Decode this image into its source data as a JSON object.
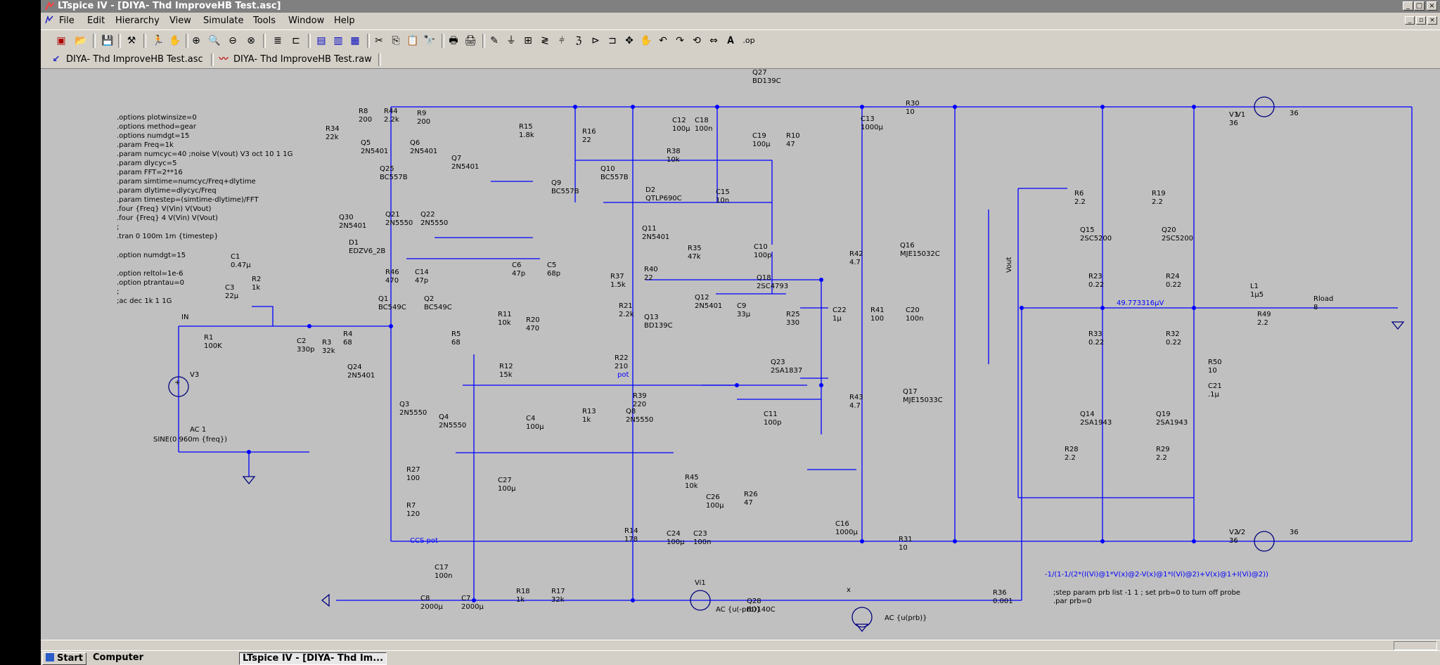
{
  "window": {
    "title": "LTspice IV - [DIYA- Thd ImproveHB Test.asc]"
  },
  "menu": {
    "items": [
      "File",
      "Edit",
      "Hierarchy",
      "View",
      "Simulate",
      "Tools",
      "Window",
      "Help"
    ]
  },
  "tabs": [
    {
      "label": "DIYA- Thd ImproveHB Test.asc",
      "icon": "schematic-icon"
    },
    {
      "label": "DIYA- Thd ImproveHB Test.raw",
      "icon": "waveform-icon"
    }
  ],
  "directives": [
    ".options plotwinsize=0",
    ".options method=gear",
    ".options numdgt=15",
    ".param Freq=1k",
    ".param numcyc=40  ;noise V(vout) V3 oct 10 1 1G",
    ".param dlycyc=5",
    ".param FFT=2**16",
    ".param simtime=numcyc/Freq+dlytime",
    ".param dlytime=dlycyc/Freq",
    ".param timestep=(simtime-dlytime)/FFT",
    ".four {Freq} V(Vin) V(Vout)",
    ".four {Freq} 4 V(Vin) V(Vout)",
    ";",
    ".tran 0 100m 1m {timestep}",
    "",
    ".option numdgt=15",
    "",
    ".option reltol=1e-6",
    ".option ptrantau=0",
    ";",
    ";ac dec 1k 1 1G"
  ],
  "schematic": {
    "labels": {
      "in": "IN",
      "vout": "Vout",
      "ccs_pot": "CCS pot",
      "pot": "pot",
      "voltage_readout": "49.773316µV",
      "source_v3_ac": "AC 1",
      "source_v3_sine": "SINE(0 960m {freq})",
      "vi1_ac": "AC {u(-prb)}",
      "probe_ac": "AC {u(prb)}",
      "probe_expr": "-1/(1-1/(2*(I(Vi)@1*V(x)@2-V(x)@1*I(Vi)@2)+V(x)@1+I(Vi)@2))",
      "step_comment": ";step param prb list -1 1 ; set prb=0 to turn off probe",
      "par_prb": ".par prb=0"
    },
    "components": [
      {
        "ref": "R8",
        "val": "200"
      },
      {
        "ref": "R44",
        "val": "2.2k"
      },
      {
        "ref": "R9",
        "val": "200"
      },
      {
        "ref": "R34",
        "val": "22k"
      },
      {
        "ref": "Q5",
        "val": "2N5401"
      },
      {
        "ref": "Q6",
        "val": "2N5401"
      },
      {
        "ref": "Q25",
        "val": "BC557B"
      },
      {
        "ref": "Q7",
        "val": "2N5401"
      },
      {
        "ref": "R15",
        "val": "1.8k"
      },
      {
        "ref": "Q9",
        "val": "BC557B"
      },
      {
        "ref": "Q10",
        "val": "BC557B"
      },
      {
        "ref": "R16",
        "val": "22"
      },
      {
        "ref": "C12",
        "val": "100µ"
      },
      {
        "ref": "C18",
        "val": "100n"
      },
      {
        "ref": "Q27",
        "val": "BD139C"
      },
      {
        "ref": "R38",
        "val": "10k"
      },
      {
        "ref": "C19",
        "val": "100µ"
      },
      {
        "ref": "R10",
        "val": "47"
      },
      {
        "ref": "C13",
        "val": "1000µ"
      },
      {
        "ref": "R30",
        "val": "10"
      },
      {
        "ref": "V1",
        "val": "36"
      },
      {
        "ref": "D2",
        "val": "QTLP690C"
      },
      {
        "ref": "C15",
        "val": "10n"
      },
      {
        "ref": "Q30",
        "val": "2N5401"
      },
      {
        "ref": "D1",
        "val": "EDZV6_2B"
      },
      {
        "ref": "Q21",
        "val": "2N5550"
      },
      {
        "ref": "Q22",
        "val": "2N5550"
      },
      {
        "ref": "Q11",
        "val": "2N5401"
      },
      {
        "ref": "R35",
        "val": "47k"
      },
      {
        "ref": "C1",
        "val": "0.47µ"
      },
      {
        "ref": "C3",
        "val": "22µ"
      },
      {
        "ref": "R2",
        "val": "1k"
      },
      {
        "ref": "R46",
        "val": "470"
      },
      {
        "ref": "C14",
        "val": "47p"
      },
      {
        "ref": "C6",
        "val": "47p"
      },
      {
        "ref": "C5",
        "val": "68p"
      },
      {
        "ref": "C10",
        "val": "100p"
      },
      {
        "ref": "R42",
        "val": "4.7"
      },
      {
        "ref": "Q16",
        "val": "MJE15032C"
      },
      {
        "ref": "R1",
        "val": "100K"
      },
      {
        "ref": "C2",
        "val": "330p"
      },
      {
        "ref": "R3",
        "val": "32k"
      },
      {
        "ref": "Q1",
        "val": "BC549C"
      },
      {
        "ref": "Q2",
        "val": "BC549C"
      },
      {
        "ref": "R4",
        "val": "68"
      },
      {
        "ref": "R5",
        "val": "68"
      },
      {
        "ref": "R11",
        "val": "10k"
      },
      {
        "ref": "R20",
        "val": "470"
      },
      {
        "ref": "R37",
        "val": "1.5k"
      },
      {
        "ref": "R40",
        "val": "22"
      },
      {
        "ref": "R21",
        "val": "2.2k"
      },
      {
        "ref": "Q13",
        "val": "BD139C"
      },
      {
        "ref": "Q12",
        "val": "2N5401"
      },
      {
        "ref": "C9",
        "val": "33µ"
      },
      {
        "ref": "Q18",
        "val": "2SC4793"
      },
      {
        "ref": "R25",
        "val": "330"
      },
      {
        "ref": "C22",
        "val": "1µ"
      },
      {
        "ref": "R41",
        "val": "100"
      },
      {
        "ref": "C20",
        "val": "100n"
      },
      {
        "ref": "V3",
        "val": ""
      },
      {
        "ref": "Q24",
        "val": "2N5401"
      },
      {
        "ref": "R12",
        "val": "15k"
      },
      {
        "ref": "R22",
        "val": "210"
      },
      {
        "ref": "R39",
        "val": "220"
      },
      {
        "ref": "Q23",
        "val": "2SA1837"
      },
      {
        "ref": "R43",
        "val": "4.7"
      },
      {
        "ref": "Q17",
        "val": "MJE15033C"
      },
      {
        "ref": "C11",
        "val": "100p"
      },
      {
        "ref": "Q3",
        "val": "2N5550"
      },
      {
        "ref": "Q4",
        "val": "2N5550"
      },
      {
        "ref": "R13",
        "val": "1k"
      },
      {
        "ref": "Q8",
        "val": "2N5550"
      },
      {
        "ref": "C4",
        "val": "100µ"
      },
      {
        "ref": "C27",
        "val": "100µ"
      },
      {
        "ref": "R27",
        "val": "100"
      },
      {
        "ref": "R7",
        "val": "120"
      },
      {
        "ref": "R45",
        "val": "10k"
      },
      {
        "ref": "C26",
        "val": "100µ"
      },
      {
        "ref": "R26",
        "val": "47"
      },
      {
        "ref": "R14",
        "val": "178"
      },
      {
        "ref": "C24",
        "val": "100µ"
      },
      {
        "ref": "C23",
        "val": "100n"
      },
      {
        "ref": "Q28",
        "val": "BD140C"
      },
      {
        "ref": "C16",
        "val": "1000µ"
      },
      {
        "ref": "R31",
        "val": "10"
      },
      {
        "ref": "V2",
        "val": "36"
      },
      {
        "ref": "R6",
        "val": "2.2"
      },
      {
        "ref": "R19",
        "val": "2.2"
      },
      {
        "ref": "Q15",
        "val": "2SC5200"
      },
      {
        "ref": "Q20",
        "val": "2SC5200"
      },
      {
        "ref": "R23",
        "val": "0.22"
      },
      {
        "ref": "R24",
        "val": "0.22"
      },
      {
        "ref": "L1",
        "val": "1µ5"
      },
      {
        "ref": "R49",
        "val": "2.2"
      },
      {
        "ref": "Rload",
        "val": "8"
      },
      {
        "ref": "R33",
        "val": "0.22"
      },
      {
        "ref": "R32",
        "val": "0.22"
      },
      {
        "ref": "R50",
        "val": "10"
      },
      {
        "ref": "C21",
        "val": ".1µ"
      },
      {
        "ref": "Q14",
        "val": "2SA1943"
      },
      {
        "ref": "Q19",
        "val": "2SA1943"
      },
      {
        "ref": "R28",
        "val": "2.2"
      },
      {
        "ref": "R29",
        "val": "2.2"
      },
      {
        "ref": "C17",
        "val": "100n"
      },
      {
        "ref": "C8",
        "val": "2000µ"
      },
      {
        "ref": "C7",
        "val": "2000µ"
      },
      {
        "ref": "R18",
        "val": "1k"
      },
      {
        "ref": "R17",
        "val": "32k"
      },
      {
        "ref": "Vi1",
        "val": ""
      },
      {
        "ref": "R36",
        "val": "0.001"
      },
      {
        "ref": "x",
        "val": ""
      }
    ]
  },
  "taskbar": {
    "start": "Start",
    "computer": "Computer",
    "active_task": "LTspice IV - [DIYA- Thd Im..."
  },
  "colors": {
    "wire": "#0000ff",
    "canvas": "#c0c0c0",
    "chrome": "#d4d0c8"
  }
}
